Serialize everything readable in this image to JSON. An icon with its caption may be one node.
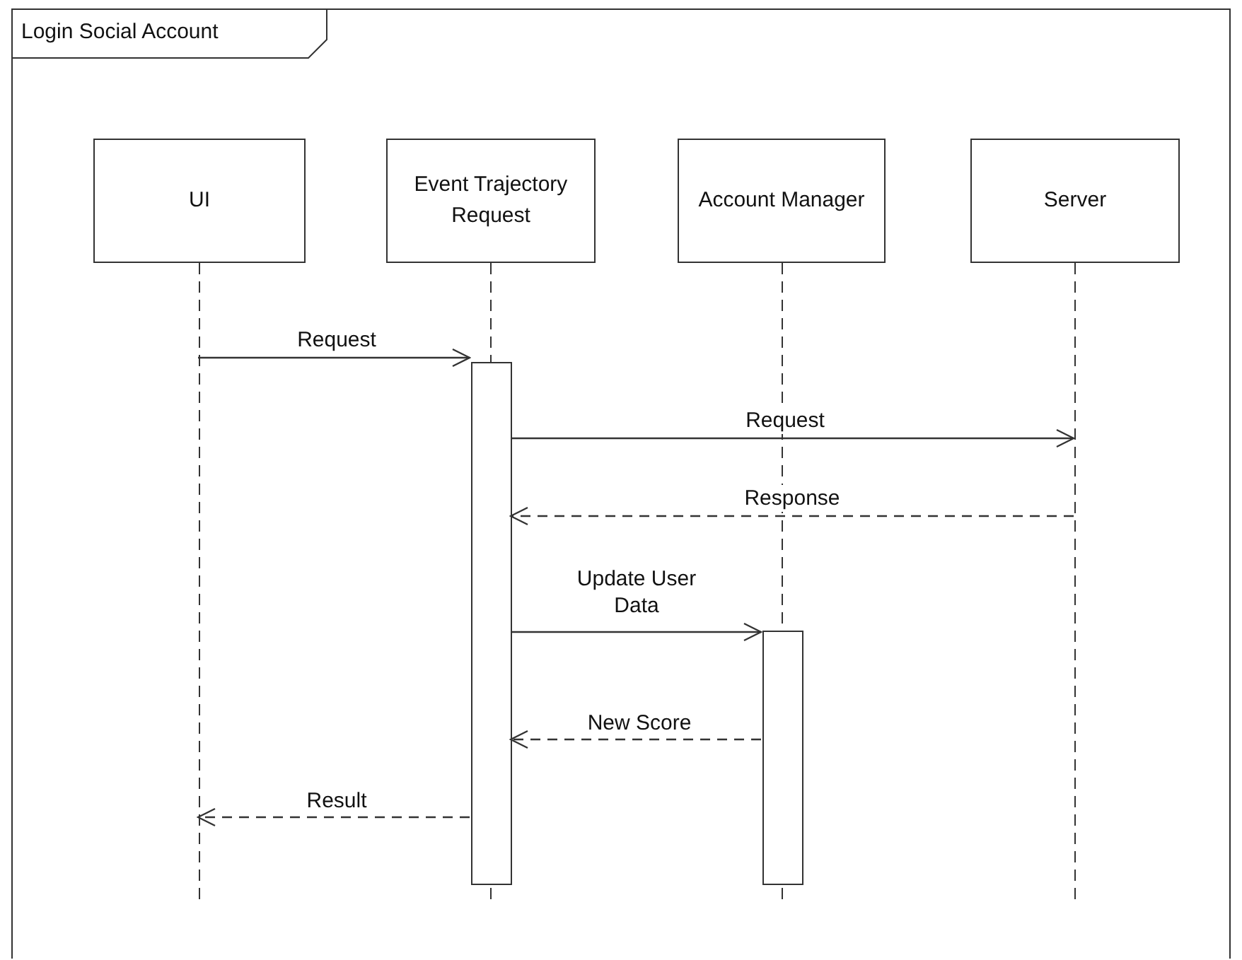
{
  "diagram": {
    "nodes": [
      {
        "text": [
          "Login Social Account"
        ]
      },
      {
        "text": [
          "UI"
        ],
        "in": 0
      },
      {
        "text": [
          "Event Trajectory Request"
        ],
        "in": 0
      },
      {
        "text": [
          "Account Manager"
        ],
        "in": 0
      },
      {
        "text": [
          "Server"
        ],
        "in": 0
      },
      {
        "text": [],
        "shape": "bar",
        "in": 2
      },
      {
        "text": [],
        "shape": "bar",
        "in": 3
      }
    ],
    "edges": [
      {
        "from": 1,
        "to": 5,
        "arrow": "to",
        "label": "Request"
      },
      {
        "from": 5,
        "to": 4,
        "arrow": "to",
        "label": "Request"
      },
      {
        "from": 4,
        "to": 5,
        "arrow": "to",
        "label": "Response",
        "style": "dashed"
      },
      {
        "from": 5,
        "to": 6,
        "arrow": "to",
        "label": "Update User Data"
      },
      {
        "from": 6,
        "to": 5,
        "arrow": "to",
        "label": "New Score",
        "style": "dashed"
      },
      {
        "from": 5,
        "to": 1,
        "arrow": "to",
        "label": "Result",
        "style": "dashed"
      }
    ]
  }
}
